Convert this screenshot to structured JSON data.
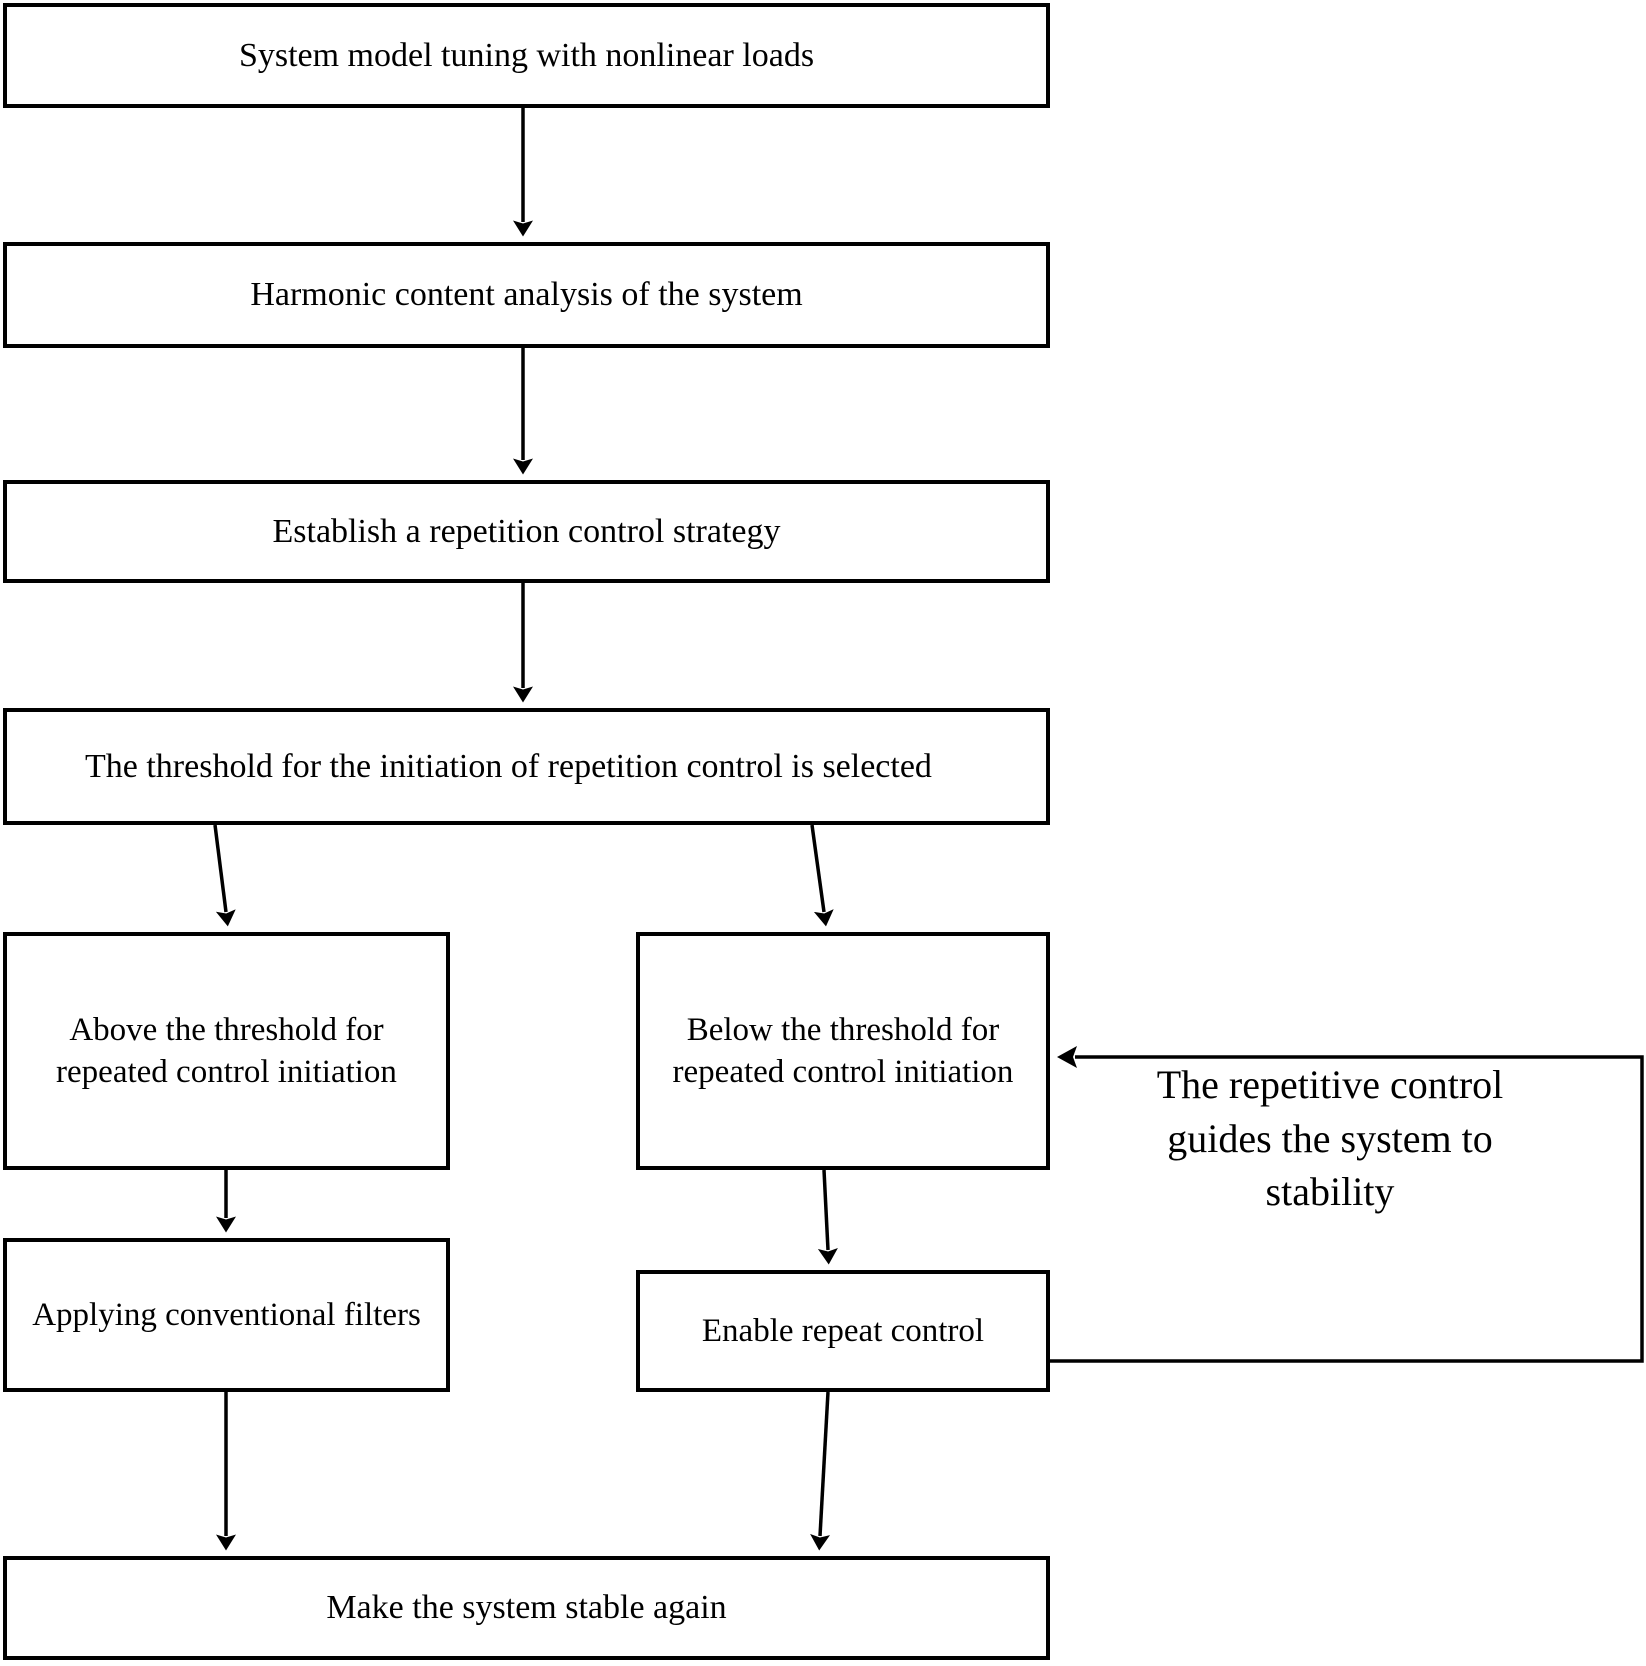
{
  "diagram": {
    "title": "Repetition control strategy flowchart",
    "background_color": "#ffffff",
    "line_color": "#000000",
    "nodes": {
      "tuning": "System model tuning with nonlinear loads",
      "harmonic": "Harmonic content analysis of the system",
      "strategy": "Establish a repetition control strategy",
      "threshold": "The threshold for the initiation of repetition control is selected",
      "above": "Above the threshold for repeated control initiation",
      "below": "Below the threshold for repeated control initiation",
      "filters": "Applying conventional filters",
      "enable": "Enable repeat control",
      "stable": "Make the system stable again"
    },
    "loop_caption": "The repetitive control guides the system to stability",
    "edges": [
      {
        "from": "tuning",
        "to": "harmonic",
        "label": ""
      },
      {
        "from": "harmonic",
        "to": "strategy",
        "label": ""
      },
      {
        "from": "strategy",
        "to": "threshold",
        "label": ""
      },
      {
        "from": "threshold",
        "to": "above",
        "label": ""
      },
      {
        "from": "threshold",
        "to": "below",
        "label": ""
      },
      {
        "from": "above",
        "to": "filters",
        "label": ""
      },
      {
        "from": "below",
        "to": "enable",
        "label": ""
      },
      {
        "from": "filters",
        "to": "stable",
        "label": ""
      },
      {
        "from": "enable",
        "to": "stable",
        "label": ""
      },
      {
        "from": "enable",
        "to": "below",
        "label": "The repetitive control guides the system to stability"
      }
    ]
  }
}
